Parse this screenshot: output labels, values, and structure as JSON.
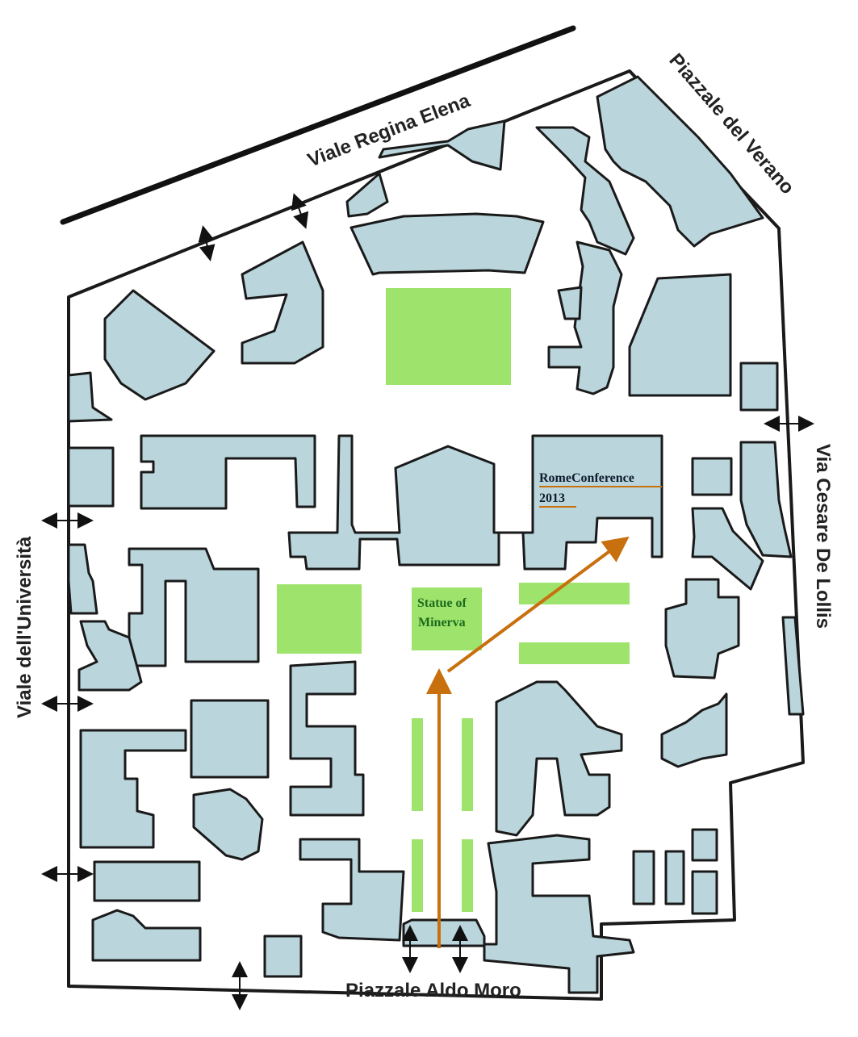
{
  "streets": {
    "north": "Viale Regina Elena",
    "northeast": "Piazzale del Verano",
    "east": "Via Cesare De Lollis",
    "west": "Viale dell'Università",
    "south": "Piazzale Aldo Moro"
  },
  "points_of_interest": {
    "statue": [
      "Statue of",
      "Minerva"
    ],
    "conference": [
      "RomeConference",
      "2013"
    ]
  },
  "colors": {
    "building": "#bad6dc",
    "lawn": "#9ee46c",
    "route": "#c8700e",
    "poi_text": "#1d6b1d",
    "conference_text": "#0f1c2e"
  }
}
